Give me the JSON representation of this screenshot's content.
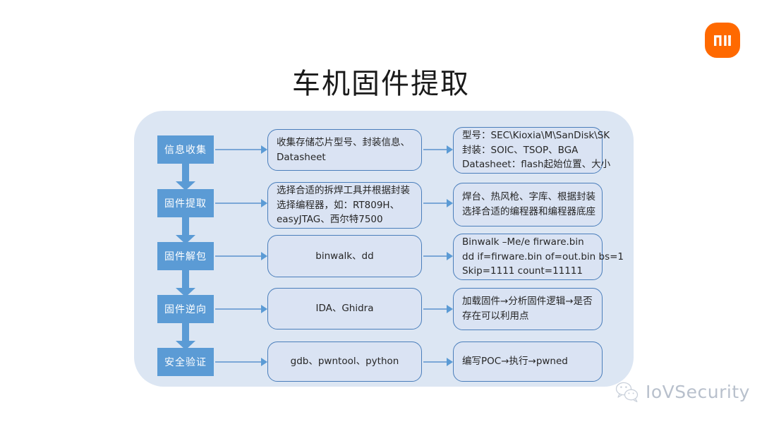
{
  "header": {
    "title": "车机固件提取",
    "logo_name": "xiaomi-mi-logo",
    "logo_color": "#FF6900"
  },
  "theme": {
    "panel_bg": "#DCE6F3",
    "stage_bg": "#5B9BD5",
    "box_bg": "#DAE3F3",
    "box_border": "#4A7EBB",
    "connector": "#5B9BD5"
  },
  "flow": {
    "stages": [
      {
        "label": "信息收集",
        "middle": [
          "收集存储芯片型号、封装信息、",
          "Datasheet"
        ],
        "right": [
          "型号：SEC\\Kioxia\\M\\SanDisk\\SK",
          "封装：SOIC、TSOP、BGA",
          "Datasheet：flash起始位置、大小"
        ]
      },
      {
        "label": "固件提取",
        "middle": [
          "选择合适的拆焊工具并根据封装",
          "选择编程器，如：RT809H、",
          "easyJTAG、西尔特7500"
        ],
        "right": [
          "焊台、热风枪、字库、根据封装",
          "选择合适的编程器和编程器底座"
        ]
      },
      {
        "label": "固件解包",
        "middle": [
          "binwalk、dd"
        ],
        "right": [
          "Binwalk –Me/e firware.bin",
          "dd if=firware.bin of=out.bin bs=1",
          "Skip=1111 count=11111"
        ]
      },
      {
        "label": "固件逆向",
        "middle": [
          "IDA、Ghidra"
        ],
        "right": [
          "加载固件→分析固件逻辑→是否",
          "存在可以利用点"
        ]
      },
      {
        "label": "安全验证",
        "middle": [
          "gdb、pwntool、python"
        ],
        "right": [
          "编写POC→执行→pwned"
        ]
      }
    ]
  },
  "footer": {
    "watermark_text": "IoVSecurity",
    "watermark_icon": "wechat-icon"
  }
}
